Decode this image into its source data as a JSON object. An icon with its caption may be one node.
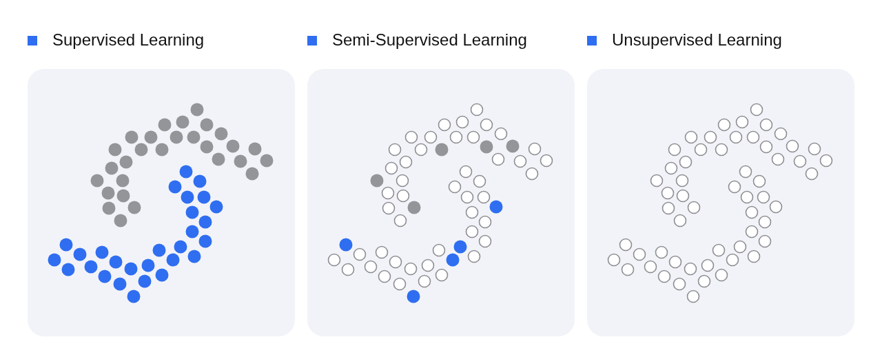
{
  "diagram": {
    "nodes": [
      {
        "text": [
          "Supervised Learning"
        ]
      },
      {
        "text": [
          "Semi-Supervised Learning"
        ]
      },
      {
        "text": [
          "Unsupervised Learning"
        ]
      }
    ]
  }
}
